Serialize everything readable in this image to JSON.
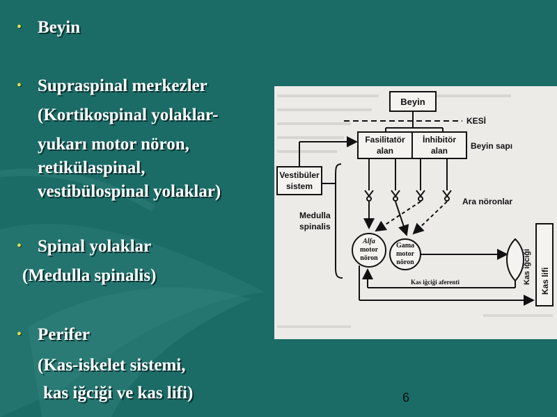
{
  "slide": {
    "bullets": [
      {
        "text": "Beyin"
      },
      {
        "text": "Supraspinal merkezler",
        "sub": [
          "(Kortikospinal yolaklar-",
          "yukarı motor nöron,",
          "retikülaspinal,",
          "vestibülospinal yolaklar)"
        ]
      },
      {
        "text": "Spinal yolaklar",
        "sub": [
          "(Medulla spinalis)"
        ]
      },
      {
        "text": "Perifer",
        "sub": [
          "(Kas-iskelet sistemi,",
          "kas iğciği ve kas lifi)"
        ]
      }
    ],
    "page_number": "6",
    "bullet_color": "#e2e24a",
    "background_color": "#1b6b66"
  },
  "diagram": {
    "brain": "Beyin",
    "cut": "KESİ",
    "facilitator": [
      "Fasilitatör",
      "alan"
    ],
    "inhibitor": [
      "İnhibitör",
      "alan"
    ],
    "brainstem": "Beyin sapı",
    "vestibular": [
      "Vestibüler",
      "sistem"
    ],
    "interneurons": "Ara nöronlar",
    "medulla": [
      "Medulla",
      "spinalis"
    ],
    "alpha": [
      "Alfa",
      "motor",
      "nöron"
    ],
    "gamma": [
      "Gama",
      "motor",
      "nöron"
    ],
    "spindle": "Kas iğciği",
    "fiber": "Kas lifi",
    "afferent": "Kas iğciği aferenti"
  }
}
